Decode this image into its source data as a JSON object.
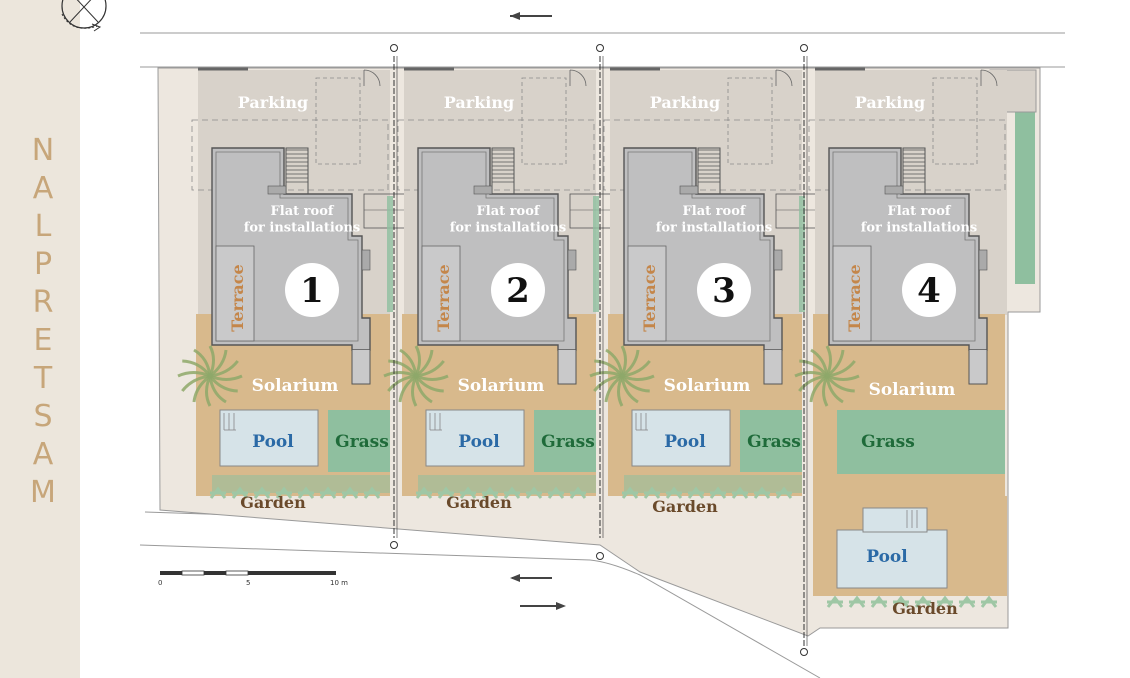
{
  "sidebar": {
    "title": "MASTERPLAN"
  },
  "colors": {
    "sidebar_bg": "#ece6dc",
    "sidebar_text": "#c7a67a",
    "parking": "#d8d2ca",
    "roof": "#bfbfc0",
    "deck": "#d8b98c",
    "grass": "#8fbf9f",
    "pool": "#d6e3e8",
    "pool_text": "#2b6aa6",
    "grass_text": "#1f6b3a",
    "terrace_text": "#c4864a",
    "garden_text": "#6a4a2b"
  },
  "plots": [
    {
      "number": "1",
      "parking": "Parking",
      "roof": "Flat roof\nfor installations",
      "terrace": "Terrace",
      "solarium": "Solarium",
      "pool": "Pool",
      "grass": "Grass",
      "garden": "Garden"
    },
    {
      "number": "2",
      "parking": "Parking",
      "roof": "Flat roof\nfor installations",
      "terrace": "Terrace",
      "solarium": "Solarium",
      "pool": "Pool",
      "grass": "Grass",
      "garden": "Garden"
    },
    {
      "number": "3",
      "parking": "Parking",
      "roof": "Flat roof\nfor installations",
      "terrace": "Terrace",
      "solarium": "Solarium",
      "pool": "Pool",
      "grass": "Grass",
      "garden": "Garden"
    },
    {
      "number": "4",
      "parking": "Parking",
      "roof": "Flat roof\nfor installations",
      "terrace": "Terrace",
      "solarium": "Solarium",
      "pool": "Pool",
      "grass": "Grass",
      "garden": "Garden"
    }
  ],
  "scale_bar": {
    "labels": [
      "0",
      "5",
      "10 m"
    ]
  }
}
